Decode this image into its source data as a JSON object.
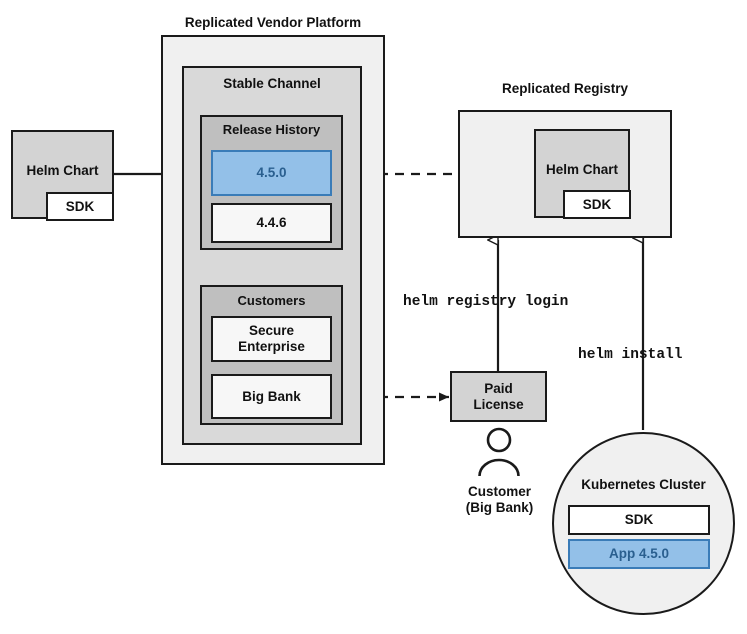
{
  "diagram": {
    "title_labels": {
      "vendor_platform": "Replicated Vendor Platform",
      "replicated_registry": "Replicated Registry"
    },
    "left_chart": {
      "name": "Helm Chart",
      "sdk": "SDK"
    },
    "vendor_platform": {
      "label": "Replicated Vendor Platform",
      "stable_channel": {
        "label": "Stable Channel",
        "release_history": {
          "label": "Release History",
          "releases": [
            {
              "version": "4.5.0",
              "highlighted": true
            },
            {
              "version": "4.4.6",
              "highlighted": false
            }
          ]
        },
        "customers": {
          "label": "Customers",
          "entries": [
            {
              "name": "Secure\nEnterprise",
              "line1": "Secure",
              "line2": "Enterprise"
            },
            {
              "name": "Big Bank",
              "line1": "Big Bank",
              "line2": ""
            }
          ]
        }
      }
    },
    "registry": {
      "label": "Replicated Registry",
      "chart": {
        "name": "Helm Chart",
        "sdk": "SDK"
      }
    },
    "license": {
      "line1": "Paid",
      "line2": "License"
    },
    "customer_actor": {
      "line1": "Customer",
      "line2": "(Big Bank)",
      "icon": "person-icon"
    },
    "cluster": {
      "label": "Kubernetes Cluster",
      "items": [
        {
          "label": "SDK",
          "highlighted": false
        },
        {
          "label": "App 4.5.0",
          "highlighted": true
        }
      ]
    },
    "commands": {
      "registry_login": "helm registry login",
      "install": "helm install"
    },
    "colors": {
      "highlight_fill": "#93c0e8",
      "highlight_border": "#3a7cb8",
      "highlight_text": "#2a5f8f",
      "outer_container_fill": "#f0f0f0",
      "mid_container_fill": "#d9d9d9",
      "inner_container_fill": "#bfbfbf",
      "chart_fill": "#d3d3d3",
      "plain_box_fill": "#f7f7f7",
      "stroke": "#1a1a1a",
      "text": "#111111"
    }
  }
}
